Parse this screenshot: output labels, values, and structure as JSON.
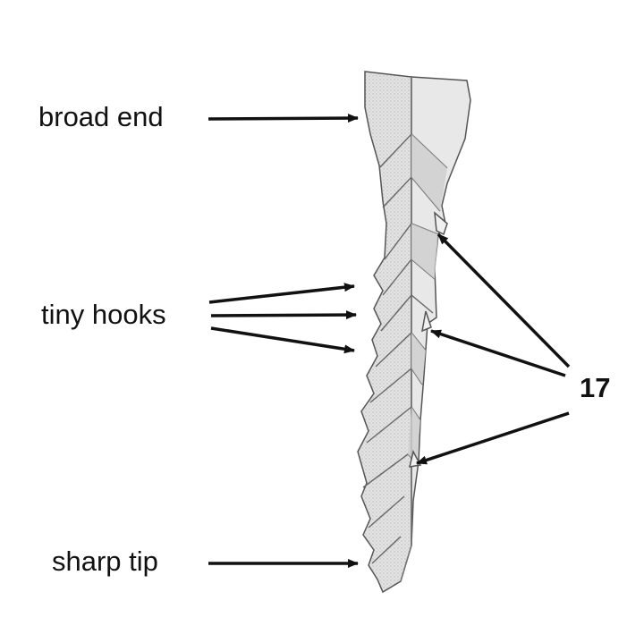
{
  "labels": {
    "broad_end": "broad end",
    "tiny_hooks": "tiny hooks",
    "sharp_tip": "sharp tip",
    "number": "17"
  },
  "colors": {
    "fill_light": "#e9e9e9",
    "fill_mid": "#d6d6d6",
    "fill_dark": "#bdbdbd",
    "outline": "#555555",
    "arrow": "#111111"
  }
}
